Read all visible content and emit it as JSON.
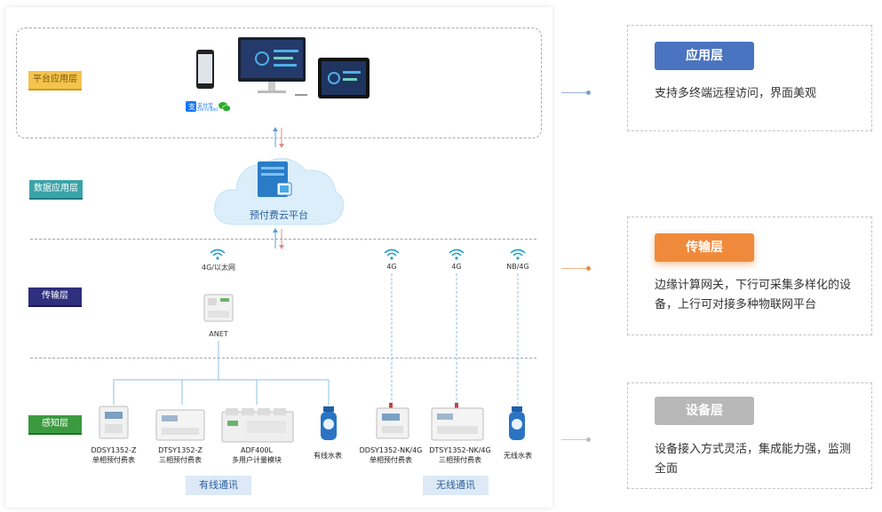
{
  "layers": {
    "platform": "平台应用层",
    "data": "数据应用层",
    "transport": "传输层",
    "sensing": "感知层"
  },
  "payment": {
    "alipay": "支付宝",
    "alipay_sub": "ZHI FU BAO"
  },
  "cloud": {
    "label": "预付费云平台"
  },
  "gateway": {
    "net": "4G/以太网",
    "name": "ANET"
  },
  "wireless_signals": [
    "4G",
    "4G",
    "NB/4G"
  ],
  "devices": [
    {
      "model": "DDSY1352-Z",
      "desc": "单相预付费表"
    },
    {
      "model": "DTSY1352-Z",
      "desc": "三相预付费表"
    },
    {
      "model": "ADF400L",
      "desc": "多用户计量模块"
    },
    {
      "model": "",
      "desc": "有线水表"
    },
    {
      "model": "DDSY1352-NK/4G",
      "desc": "单相预付费表"
    },
    {
      "model": "DTSY1352-NK/4G",
      "desc": "三相预付费表"
    },
    {
      "model": "",
      "desc": "无线水表"
    }
  ],
  "comm": {
    "wired": "有线通讯",
    "wireless": "无线通讯"
  },
  "cards": [
    {
      "title": "应用层",
      "text": "支持多终端远程访问，界面美观",
      "color": "#4a73c0"
    },
    {
      "title": "传输层",
      "text": "边缘计算网关，下行可采集多样化的设备，上行可对接多种物联网平台",
      "color": "#ef8a3c"
    },
    {
      "title": "设备层",
      "text": "设备接入方式灵活，集成能力强，监测全面",
      "color": "#b8b8b8"
    }
  ]
}
